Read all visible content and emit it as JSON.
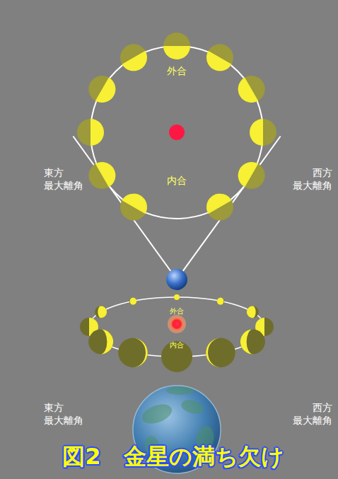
{
  "diagram": {
    "title": "図2　金星の満ち欠け",
    "labels": [
      "外合",
      "内合",
      "東方 最大離角",
      "西方 最大離角",
      "外合",
      "内合",
      "東方 最大離角",
      "西方 最大離角"
    ]
  }
}
